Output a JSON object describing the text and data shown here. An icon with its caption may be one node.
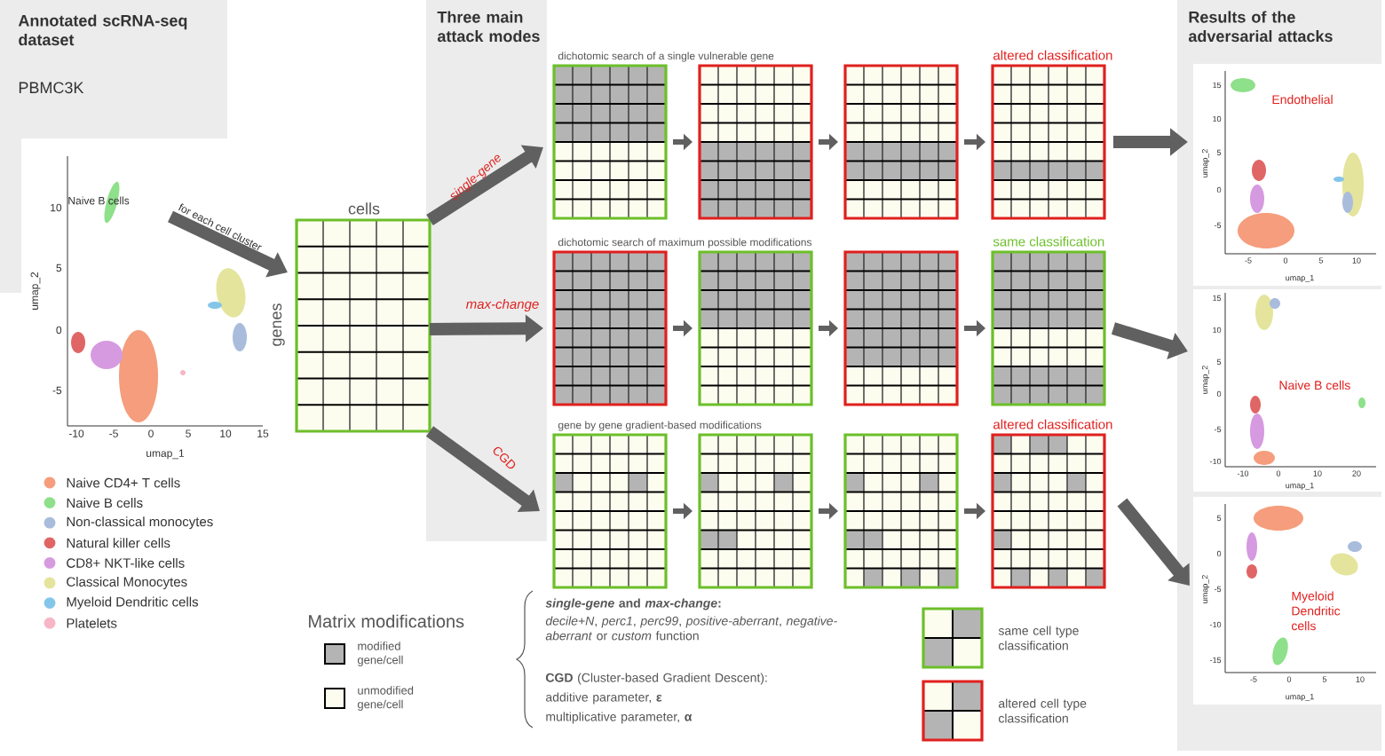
{
  "diagram": {
    "nodes": [
      {
        "text": [
          "Annotated scRNA-seq dataset",
          "PBMC3K"
        ]
      },
      {
        "text": [
          "Naive B cells"
        ]
      },
      {
        "text": [
          "cells",
          "genes"
        ]
      },
      {
        "text": [
          "Three main attack modes"
        ]
      },
      {
        "text": [],
        "shape": "box"
      },
      {
        "text": [],
        "shape": "box"
      },
      {
        "text": [],
        "shape": "box"
      },
      {
        "text": [
          "altered classification"
        ]
      },
      {
        "text": [],
        "shape": "box"
      },
      {
        "text": [],
        "shape": "box"
      },
      {
        "text": [],
        "shape": "box"
      },
      {
        "text": [
          "same classification"
        ]
      },
      {
        "text": [],
        "shape": "box"
      },
      {
        "text": [],
        "shape": "box"
      },
      {
        "text": [],
        "shape": "box"
      },
      {
        "text": [
          "altered classification"
        ]
      },
      {
        "text": [
          "Results of the adversarial attacks"
        ]
      },
      {
        "text": [
          "Endothelial"
        ],
        "in": 16
      },
      {
        "text": [
          "Naive B cells"
        ],
        "in": 16
      },
      {
        "text": [
          "Myeloid Dendritic cells"
        ],
        "in": 16
      }
    ],
    "edges": [
      {
        "from": 1,
        "to": 2,
        "arrow": "to",
        "label": "for each cell cluster",
        "style": "thick"
      },
      {
        "from": 2,
        "to": 4,
        "arrow": "to",
        "label": "single-gene",
        "style": "thick"
      },
      {
        "from": 2,
        "to": 8,
        "arrow": "to",
        "label": "max-change",
        "style": "thick"
      },
      {
        "from": 2,
        "to": 12,
        "arrow": "to",
        "label": "CGD",
        "style": "thick"
      },
      {
        "from": 4,
        "to": 5,
        "arrow": "to"
      },
      {
        "from": 5,
        "to": 6,
        "arrow": "to"
      },
      {
        "from": 6,
        "to": 7,
        "arrow": "to"
      },
      {
        "from": 8,
        "to": 9,
        "arrow": "to"
      },
      {
        "from": 9,
        "to": 10,
        "arrow": "to"
      },
      {
        "from": 10,
        "to": 11,
        "arrow": "to"
      },
      {
        "from": 12,
        "to": 13,
        "arrow": "to"
      },
      {
        "from": 13,
        "to": 14,
        "arrow": "to"
      },
      {
        "from": 14,
        "to": 15,
        "arrow": "to"
      },
      {
        "from": 7,
        "to": 17,
        "arrow": "to",
        "style": "thick"
      },
      {
        "from": 11,
        "to": 18,
        "arrow": "to",
        "style": "thick"
      },
      {
        "from": 15,
        "to": 19,
        "arrow": "to",
        "style": "thick"
      }
    ],
    "labels": [
      "dichotomic search of a single vulnerable gene",
      "dichotomic search of maximum possible modifications",
      "gene by gene gradient-based modifications",
      "Matrix modifications",
      "*single-gene* and *max-change*:",
      "*decile+N*, *perc1*, *perc99*, *positive-aberrant*, *negative-aberrant* or *custom* function",
      "**CGD** (Cluster-based Gradient Descent):",
      "additive parameter, **ε**",
      "multiplicative parameter, **α**",
      "umap_2",
      "umap_1",
      "10",
      "5",
      "0",
      "-5",
      "-10",
      "-5",
      "0",
      "5",
      "10",
      "15",
      "umap_2",
      "umap_1",
      "15",
      "10",
      "5",
      "0",
      "-5",
      "-5",
      "0",
      "5",
      "10",
      "umap_2",
      "umap_1",
      "15",
      "10",
      "5",
      "0",
      "-5",
      "-10",
      "-10",
      "0",
      "10",
      "20",
      "umap_2",
      "umap_1",
      "5",
      "0",
      "-5",
      "-10",
      "-15",
      "-5",
      "0",
      "5",
      "10"
    ],
    "legend": [
      {
        "text": "Naive CD4+ T cells",
        "color": "#f59d7c"
      },
      {
        "text": "Naive B cells",
        "color": "#8ee08a"
      },
      {
        "text": "Non-classical monocytes",
        "color": "#a9bcdc"
      },
      {
        "text": "Natural killer cells",
        "color": "#e06666"
      },
      {
        "text": "CD8+ NKT-like cells",
        "color": "#d69ae0"
      },
      {
        "text": "Classical Monocytes",
        "color": "#e4e49c"
      },
      {
        "text": "Myeloid Dendritic cells",
        "color": "#84c6ea"
      },
      {
        "text": "Platelets",
        "color": "#f6b6c6"
      },
      {
        "text": "modified gene/cell",
        "color": "#b4b4b4"
      },
      {
        "text": "unmodified gene/cell",
        "color": "#fdfdef"
      },
      {
        "text": "same cell type classification"
      },
      {
        "text": "altered cell type classification"
      }
    ]
  }
}
